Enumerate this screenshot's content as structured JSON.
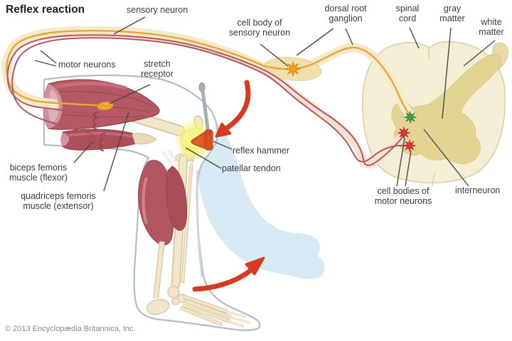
{
  "title": "Reflex reaction",
  "copyright": "© 2013 Encyclopædia Britannica, Inc.",
  "labels": {
    "sensory_neuron": "sensory neuron",
    "motor_neurons": "motor neurons",
    "stretch_receptor": "stretch\nreceptor",
    "cell_body_sensory": "cell body of\nsensory neuron",
    "dorsal_root_ganglion": "dorsal root\nganglion",
    "spinal_cord": "spinal\ncord",
    "gray_matter": "gray\nmatter",
    "white_matter": "white\nmatter",
    "biceps_femoris": "biceps femoris\nmuscle (flexor)",
    "quadriceps_femoris": "quadriceps femoris\nmuscle (extensor)",
    "reflex_hammer": "reflex hammer",
    "patellar_tendon": "patellar tendon",
    "cell_bodies_motor": "cell bodies of\nmotor neurons",
    "interneuron": "interneuron"
  },
  "colors": {
    "sensory_fiber": "#eaa43c",
    "motor_fiber": "#b2555e",
    "nerve_band": "#f3e9cb",
    "motor_band": "#f6e2d2",
    "ganglion": "#efe0ac",
    "muscle": "#b55964",
    "muscle_dark": "#8f3e4a",
    "muscle_cut": "#d0939e",
    "bone": "#f1e6cb",
    "bone_edge": "#d8c79e",
    "white_matter": "#f4eed6",
    "gray_matter": "#e4d494",
    "ghost_leg": "#d7e9f4",
    "arrow": "#d63b20",
    "glow": "#f9f47e",
    "sensory_star": "#f0a326",
    "interneuron_star": "#3da047",
    "motor_star": "#d93636",
    "hammer_head": "#e05a2c",
    "hammer_handle": "#a6afb3",
    "leader_line": "#4a4a4a",
    "skin_outline": "#b3bdc4"
  }
}
